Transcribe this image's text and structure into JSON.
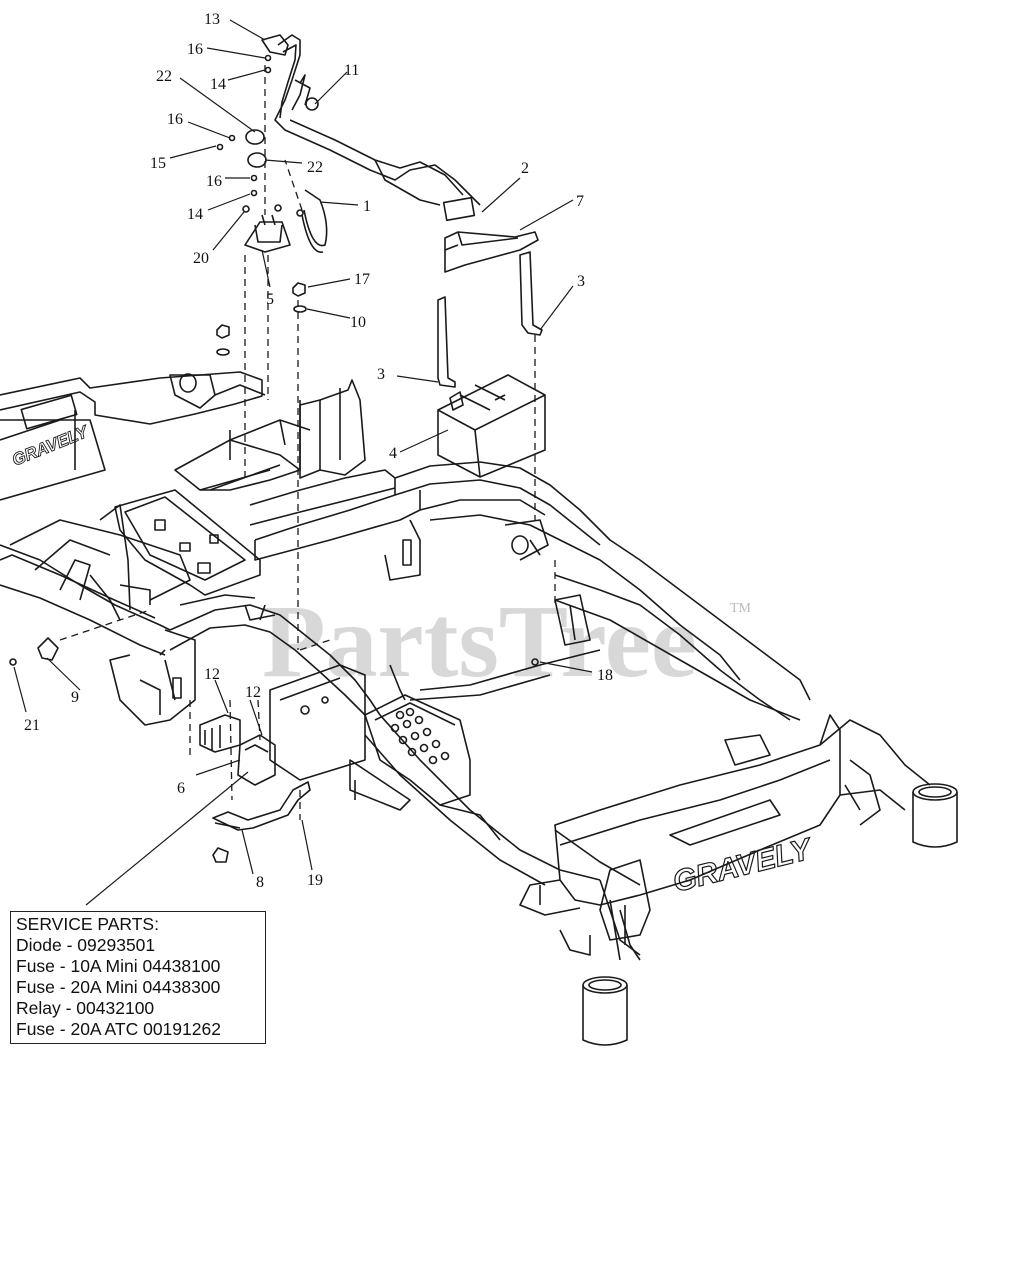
{
  "watermark": {
    "text": "PartsTree",
    "tm": "TM"
  },
  "brand": {
    "left_panel": "GRAVELY",
    "right_panel": "GRAVELY"
  },
  "callouts": [
    "13",
    "16",
    "14",
    "22",
    "16",
    "15",
    "22",
    "16",
    "14",
    "20",
    "5",
    "11",
    "1",
    "2",
    "7",
    "3",
    "17",
    "10",
    "3",
    "4",
    "12",
    "12",
    "6",
    "8",
    "19",
    "9",
    "21",
    "18"
  ],
  "service_parts": {
    "heading": "SERVICE PARTS:",
    "items": [
      "Diode - 09293501",
      "Fuse - 10A Mini 04438100",
      "Fuse - 20A Mini 04438300",
      "Relay - 00432100",
      "Fuse - 20A ATC 00191262"
    ]
  },
  "colors": {
    "line": "#1a1a1a",
    "watermark": "#d8d8d8"
  }
}
